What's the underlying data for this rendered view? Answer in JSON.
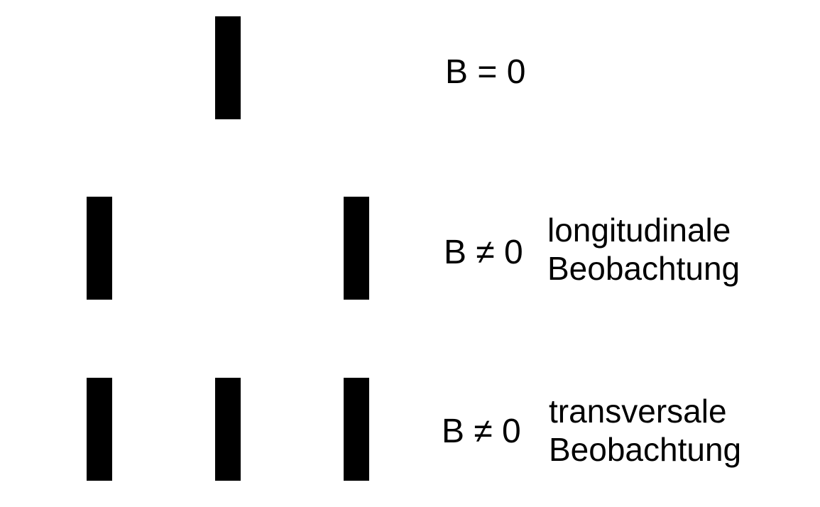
{
  "rows": [
    {
      "condition": "B = 0",
      "observation": [],
      "line_count": 1
    },
    {
      "condition": "B ≠ 0",
      "observation": [
        "longitudinale",
        "Beobachtung"
      ],
      "line_count": 2
    },
    {
      "condition": "B ≠ 0",
      "observation": [
        "transversale",
        "Beobachtung"
      ],
      "line_count": 3
    }
  ],
  "colors": {
    "line": "#000000",
    "text": "#000000",
    "background": "#ffffff"
  }
}
